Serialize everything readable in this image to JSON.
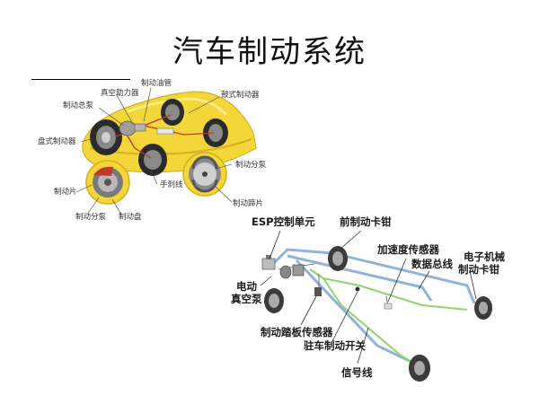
{
  "title": "汽车制动系统",
  "diagram_top": {
    "labels": {
      "brake_pipe": "制动油管",
      "vacuum_booster": "真空助力器",
      "drum_brake": "鼓式制动器",
      "master_cylinder": "制动总泵",
      "disc_brake": "盘式制动器",
      "wheel_cylinder_right": "制动分泵",
      "handbrake_cable": "手刹线",
      "brake_pad": "制动片",
      "brake_shoe": "制动蹄片",
      "wheel_cylinder_left": "制动分泵",
      "brake_disc": "制动盘"
    }
  },
  "diagram_bottom": {
    "labels": {
      "esp_unit": "ESP控制单元",
      "front_caliper": "前制动卡钳",
      "accel_sensor": "加速度传感器",
      "data_bus": "数据总线",
      "epb_caliper_line1": "电子机械",
      "epb_caliper_line2": "制动卡钳",
      "vacuum_pump_line1": "电动",
      "vacuum_pump_line2": "真空泵",
      "pedal_sensor": "制动踏板传感器",
      "parking_switch": "驻车制动开关",
      "signal_line": "信号线"
    }
  },
  "colors": {
    "car_body": "#f3d63a",
    "data_bus": "#8fb3d9",
    "signal_line": "#8fd46a",
    "brake_pipe": "#c0392b"
  }
}
